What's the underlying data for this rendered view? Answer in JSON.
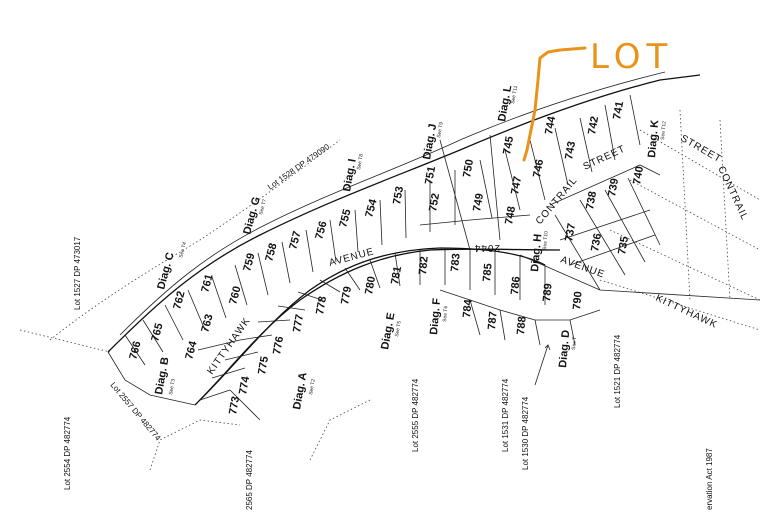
{
  "annotation": {
    "text": "LOT",
    "color": "#e8941a"
  },
  "streets": {
    "kittyhawk_avenue": "AVENUE",
    "kittyhawk_lower": "KITTYHAWK",
    "kittyhawk_right": "KITTYHAWK",
    "contrail_upper": "CONTRAIL",
    "contrail_upper2": "STREET",
    "contrail_right": "CONTRAIL",
    "contrail_right2": "STREET",
    "avenue_right": "AVENUE",
    "number_2044": "2044"
  },
  "lots_upper": [
    "766",
    "765",
    "762",
    "761",
    "760",
    "759",
    "758",
    "757",
    "756",
    "755",
    "754",
    "753",
    "752",
    "751",
    "750",
    "749",
    "748",
    "747",
    "746",
    "745",
    "744",
    "743",
    "742",
    "741"
  ],
  "lots_lower": [
    "773",
    "774",
    "775",
    "776",
    "777",
    "778",
    "779",
    "780",
    "781",
    "782",
    "783",
    "784",
    "785",
    "786",
    "787",
    "788",
    "789",
    "790",
    "764",
    "763"
  ],
  "lots_east": [
    "740",
    "739",
    "738",
    "737",
    "736",
    "735"
  ],
  "diagrams": [
    {
      "label": "Diag. A",
      "see": "See T2"
    },
    {
      "label": "Diag. B",
      "see": "See T3"
    },
    {
      "label": "Diag. C",
      "see": "See T4"
    },
    {
      "label": "Diag. D",
      "see": "See T"
    },
    {
      "label": "Diag. E",
      "see": "See T5"
    },
    {
      "label": "Diag. F",
      "see": "See T6"
    },
    {
      "label": "Diag. G",
      "see": "See T7"
    },
    {
      "label": "Diag. H",
      "see": "See T10"
    },
    {
      "label": "Diag. I",
      "see": "See T8"
    },
    {
      "label": "Diag. J",
      "see": "See T9"
    },
    {
      "label": "Diag. K",
      "see": "See T12"
    },
    {
      "label": "Diag. L",
      "see": "See T11"
    }
  ],
  "parcel_labels": {
    "l1527": "Lot 1527 DP 473017",
    "l1528": "Lot 1528 DP 479090",
    "l2554": "Lot 2554 DP 482774",
    "l2557": "Lot 2557 DP 482774",
    "l2565": "2565 DP 482774",
    "l2555": "Lot 2555 DP 482774",
    "l1531": "Lot 1531 DP 482774",
    "l1530": "Lot 1530 DP 482774",
    "l1521": "Lot 1521 DP 482774",
    "act": "ervation Act 1987"
  }
}
